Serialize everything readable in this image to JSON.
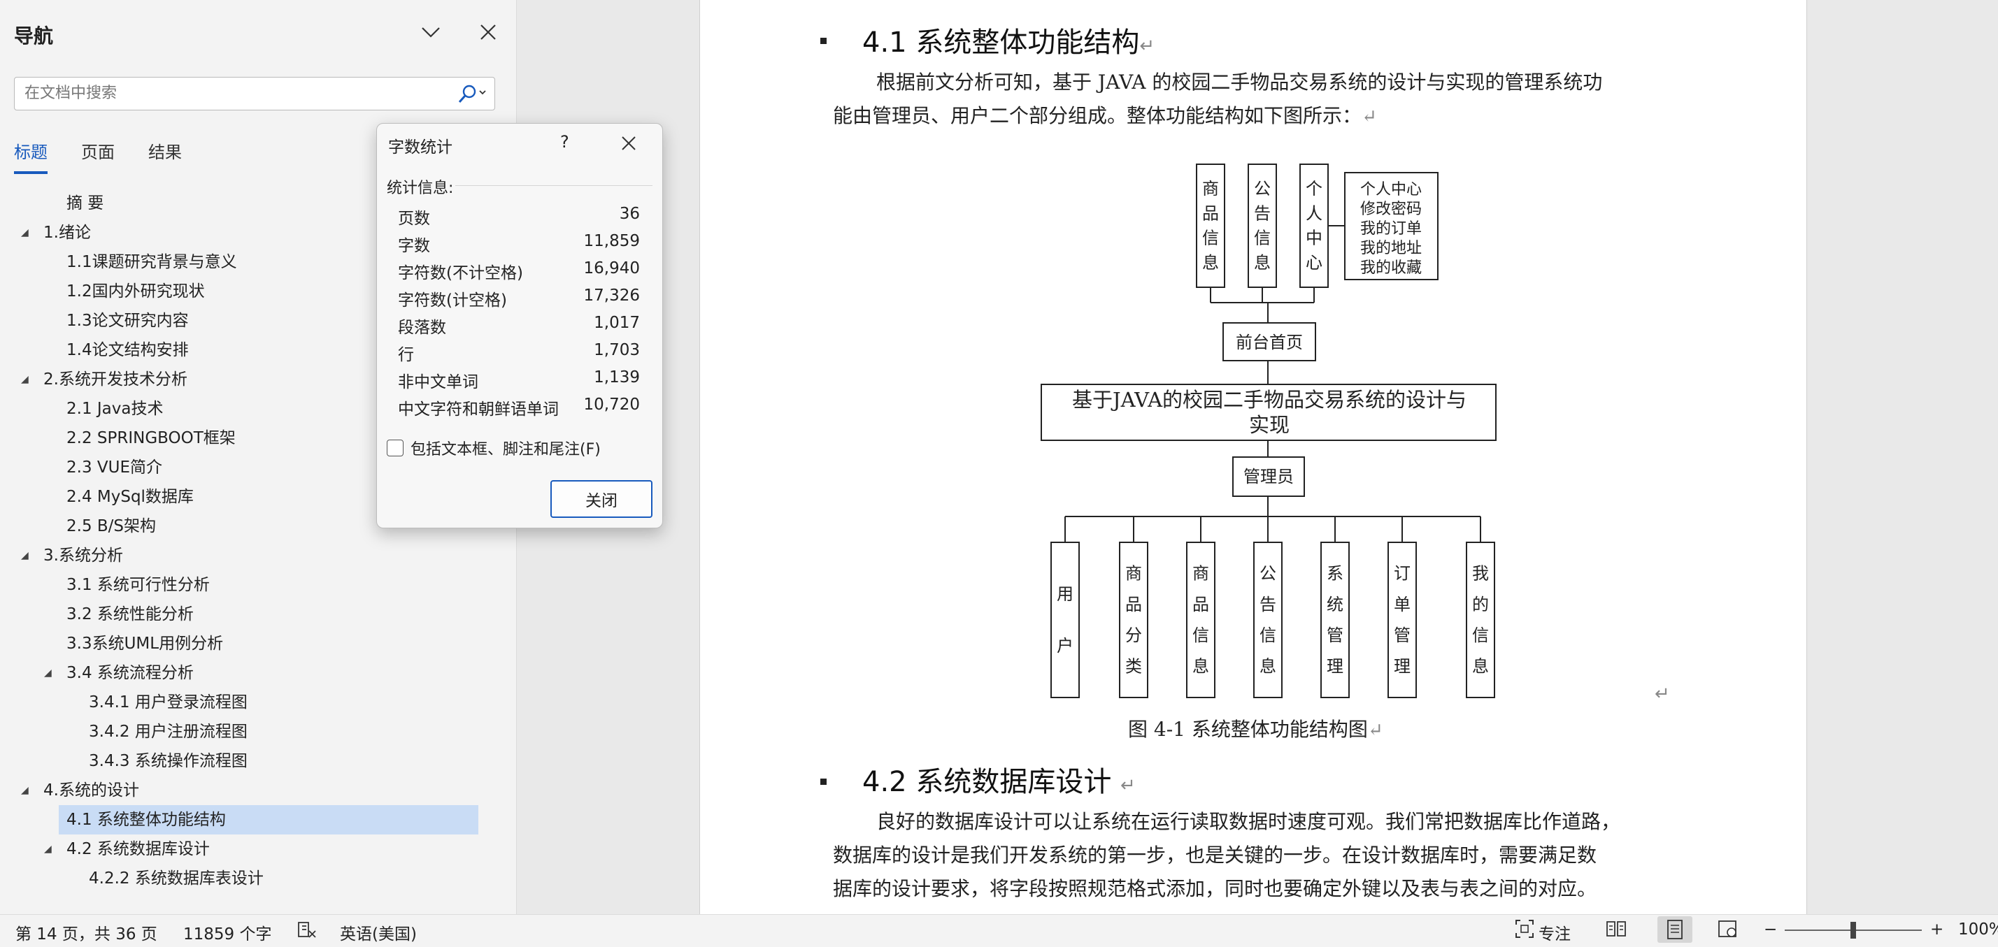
{
  "nav": {
    "title": "导航",
    "search_placeholder": "在文档中搜索",
    "tabs": [
      "标题",
      "页面",
      "结果"
    ],
    "tree": [
      {
        "label": "摘 要",
        "level": 2,
        "arrow": ""
      },
      {
        "label": "1.绪论",
        "level": 1,
        "arrow": "expanded"
      },
      {
        "label": "1.1课题研究背景与意义",
        "level": 2,
        "arrow": ""
      },
      {
        "label": "1.2国内外研究现状",
        "level": 2,
        "arrow": ""
      },
      {
        "label": "1.3论文研究内容",
        "level": 2,
        "arrow": ""
      },
      {
        "label": "1.4论文结构安排",
        "level": 2,
        "arrow": ""
      },
      {
        "label": "2.系统开发技术分析",
        "level": 1,
        "arrow": "expanded"
      },
      {
        "label": "2.1 Java技术",
        "level": 2,
        "arrow": ""
      },
      {
        "label": "2.2 SPRINGBOOT框架",
        "level": 2,
        "arrow": ""
      },
      {
        "label": "2.3 VUE简介",
        "level": 2,
        "arrow": ""
      },
      {
        "label": "2.4 MySql数据库",
        "level": 2,
        "arrow": ""
      },
      {
        "label": "2.5 B/S架构",
        "level": 2,
        "arrow": ""
      },
      {
        "label": "3.系统分析",
        "level": 1,
        "arrow": "expanded"
      },
      {
        "label": "3.1 系统可行性分析",
        "level": 2,
        "arrow": ""
      },
      {
        "label": "3.2 系统性能分析",
        "level": 2,
        "arrow": ""
      },
      {
        "label": "3.3系统UML用例分析",
        "level": 2,
        "arrow": ""
      },
      {
        "label": "3.4 系统流程分析",
        "level": 2,
        "arrow": "expanded"
      },
      {
        "label": "3.4.1 用户登录流程图",
        "level": 3,
        "arrow": ""
      },
      {
        "label": "3.4.2 用户注册流程图",
        "level": 3,
        "arrow": ""
      },
      {
        "label": "3.4.3 系统操作流程图",
        "level": 3,
        "arrow": ""
      },
      {
        "label": "4.系统的设计",
        "level": 1,
        "arrow": "expanded"
      },
      {
        "label": "4.1 系统整体功能结构",
        "level": 2,
        "arrow": "",
        "selected": true
      },
      {
        "label": "4.2 系统数据库设计",
        "level": 2,
        "arrow": "expanded"
      },
      {
        "label": "4.2.2 系统数据库表设计",
        "level": 3,
        "arrow": ""
      }
    ]
  },
  "dialog": {
    "title": "字数统计",
    "help": "?",
    "section": "统计信息:",
    "stats": [
      {
        "label": "页数",
        "value": "36"
      },
      {
        "label": "字数",
        "value": "11,859"
      },
      {
        "label": "字符数(不计空格)",
        "value": "16,940"
      },
      {
        "label": "字符数(计空格)",
        "value": "17,326"
      },
      {
        "label": "段落数",
        "value": "1,017"
      },
      {
        "label": "行",
        "value": "1,703"
      },
      {
        "label": "非中文单词",
        "value": "1,139"
      },
      {
        "label": "中文字符和朝鲜语单词",
        "value": "10,720"
      }
    ],
    "checkbox_label": "包括文本框、脚注和尾注(F)",
    "close_label": "关闭"
  },
  "document": {
    "heading1": "4.1  系统整体功能结构",
    "para1_line1": "根据前文分析可知，基于 JAVA 的校园二手物品交易系统的设计与实现的管理系统功",
    "para1_line2": "能由管理员、用户二个部分组成。整体功能结构如下图所示：",
    "caption": "图 4-1    系统整体功能结构图",
    "heading2": "4.2  系统数据库设计 ",
    "para2_line1": "良好的数据库设计可以让系统在运行读取数据时速度可观。我们常把数据库比作道路，",
    "para2_line2": "数据库的设计是我们开发系统的第一步，也是关键的一步。在设计数据库时，需要满足数",
    "para2_line3": "据库的设计要求，将字段按照规范格式添加，同时也要确定外键以及表与表之间的对应。",
    "return_mark": "↵"
  },
  "diagram": {
    "top_boxes": [
      "商品信息",
      "公告信息",
      "个人中心"
    ],
    "personal_center_items": [
      "个人中心",
      "修改密码",
      "我的订单",
      "我的地址",
      "我的收藏"
    ],
    "front_page": "前台首页",
    "system_line1": "基于JAVA的校园二手物品交易系统的设计与",
    "system_line2": "实现",
    "admin": "管理员",
    "bottom_boxes": [
      "用户",
      "商品分类",
      "商品信息",
      "公告信息",
      "系统管理",
      "订单管理",
      "我的信息"
    ]
  },
  "status": {
    "page_info": "第 14 页，共 36 页",
    "word_count": "11859 个字",
    "language": "英语(美国)",
    "focus": "专注",
    "zoom": "100%"
  },
  "colors": {
    "accent": "#185abd",
    "selection": "#c9dcf5"
  }
}
